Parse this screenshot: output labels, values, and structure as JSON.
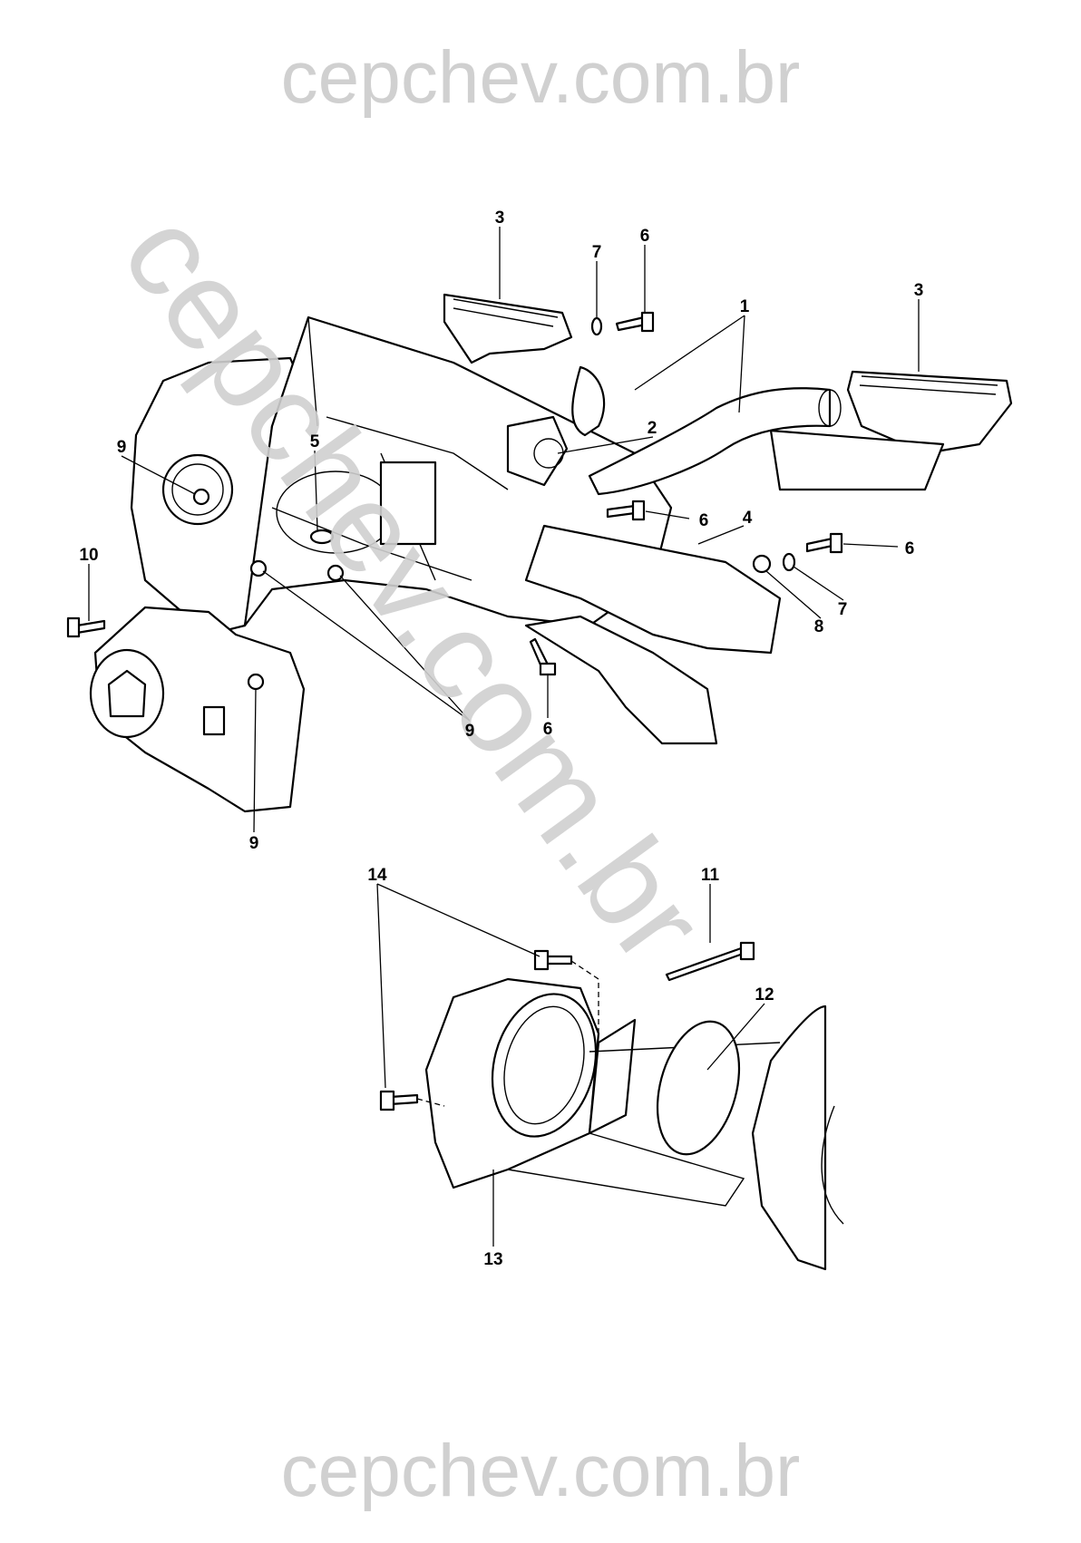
{
  "watermark": {
    "top": "cepchev.com.br",
    "bottom": "cepchev.com.br",
    "diagonal": "cepchev.com.br",
    "color": "#d0d0d0"
  },
  "callouts": {
    "c3a": "3",
    "c7a": "7",
    "c6a": "6",
    "c1": "1",
    "c3b": "3",
    "c9a": "9",
    "c5": "5",
    "c2": "2",
    "c6b": "6",
    "c4": "4",
    "c6c": "6",
    "c10": "10",
    "c7b": "7",
    "c8": "8",
    "c9b": "9",
    "c6d": "6",
    "c9c": "9",
    "c14": "14",
    "c11": "11",
    "c12": "12",
    "c13": "13"
  }
}
